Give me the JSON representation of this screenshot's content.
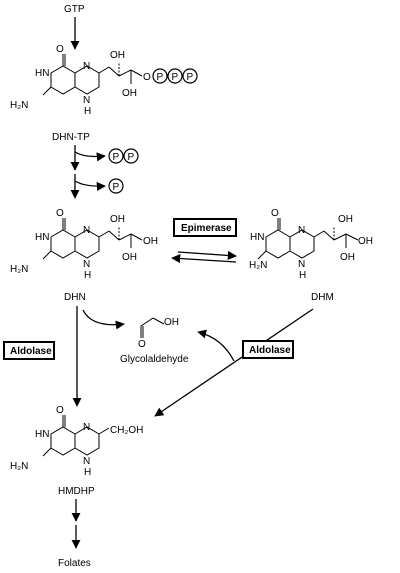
{
  "compounds": {
    "gtp": "GTP",
    "dhn_tp": "DHN-TP",
    "dhn": "DHN",
    "dhm": "DHM",
    "glycolaldehyde": "Glycolaldehyde",
    "hmdhp": "HMDHP",
    "folates": "Folates"
  },
  "enzymes": {
    "epimerase": "Epimerase",
    "aldolase_left": "Aldolase",
    "aldolase_right": "Aldolase"
  },
  "phosphate": "P",
  "atoms": {
    "O": "O",
    "OH": "OH",
    "N": "N",
    "HN": "HN",
    "H": "H",
    "H2N": "H₂N",
    "CH2OH": "CH₂OH"
  }
}
